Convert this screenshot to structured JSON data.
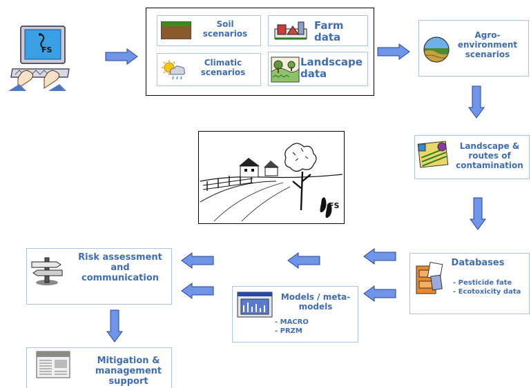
{
  "colors": {
    "arrow_fill": "#6f95e8",
    "arrow_stroke": "#24459c",
    "box_border": "#a9c4e4",
    "text": "#3e6db5"
  },
  "logo": {
    "text": "FS"
  },
  "inputs": {
    "soil": {
      "label": "Soil scenarios",
      "icon": "soil-icon"
    },
    "farm": {
      "label": "Farm data",
      "icon": "farm-icon"
    },
    "climatic": {
      "label": "Climatic scenarios",
      "icon": "weather-icon"
    },
    "landscape": {
      "label": "Landscape data",
      "icon": "landscape-icon"
    }
  },
  "agro": {
    "label": "Agro-environment scenarios",
    "icon": "globe-icon"
  },
  "routes": {
    "label": "Landscape & routes of contamination",
    "icon": "field-icon"
  },
  "databases": {
    "title": "Databases",
    "items": [
      "- Pesticide fate",
      "- Ecotoxicity data"
    ],
    "icon": "filing-cabinet-icon"
  },
  "models": {
    "title": "Models / meta-models",
    "items": [
      "- MACRO",
      "- PRZM"
    ],
    "icon": "model-window-icon"
  },
  "risk": {
    "label": "Risk assessment and communication",
    "icon": "signpost-icon"
  },
  "mitigation": {
    "label": "Mitigation & management support",
    "icon": "newspaper-icon"
  },
  "sketch": {
    "text": "FS",
    "icon": "farm-sketch-icon"
  }
}
